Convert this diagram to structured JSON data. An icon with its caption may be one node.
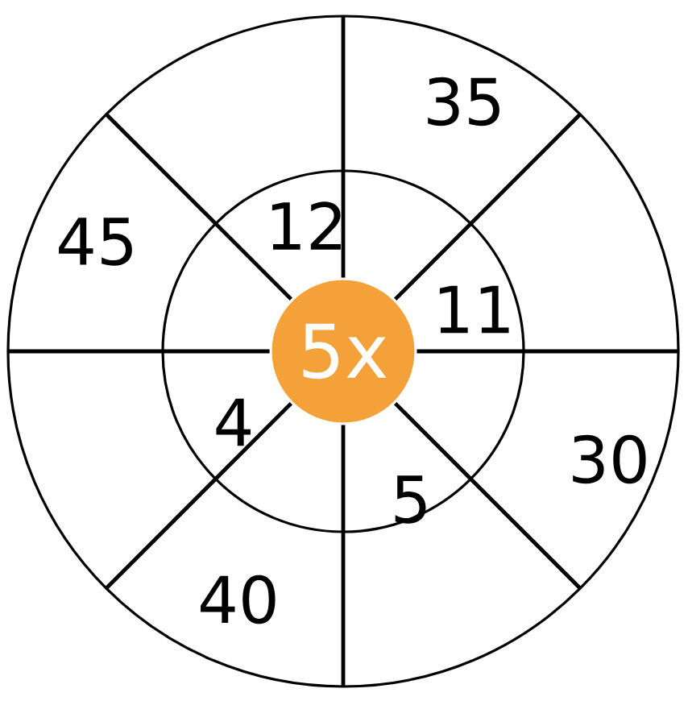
{
  "diagram": {
    "nodes": [
      {
        "text": [
          "5x"
        ]
      }
    ],
    "labels": [
      "35",
      "45",
      "12",
      "11",
      "4",
      "30",
      "5",
      "40"
    ]
  }
}
